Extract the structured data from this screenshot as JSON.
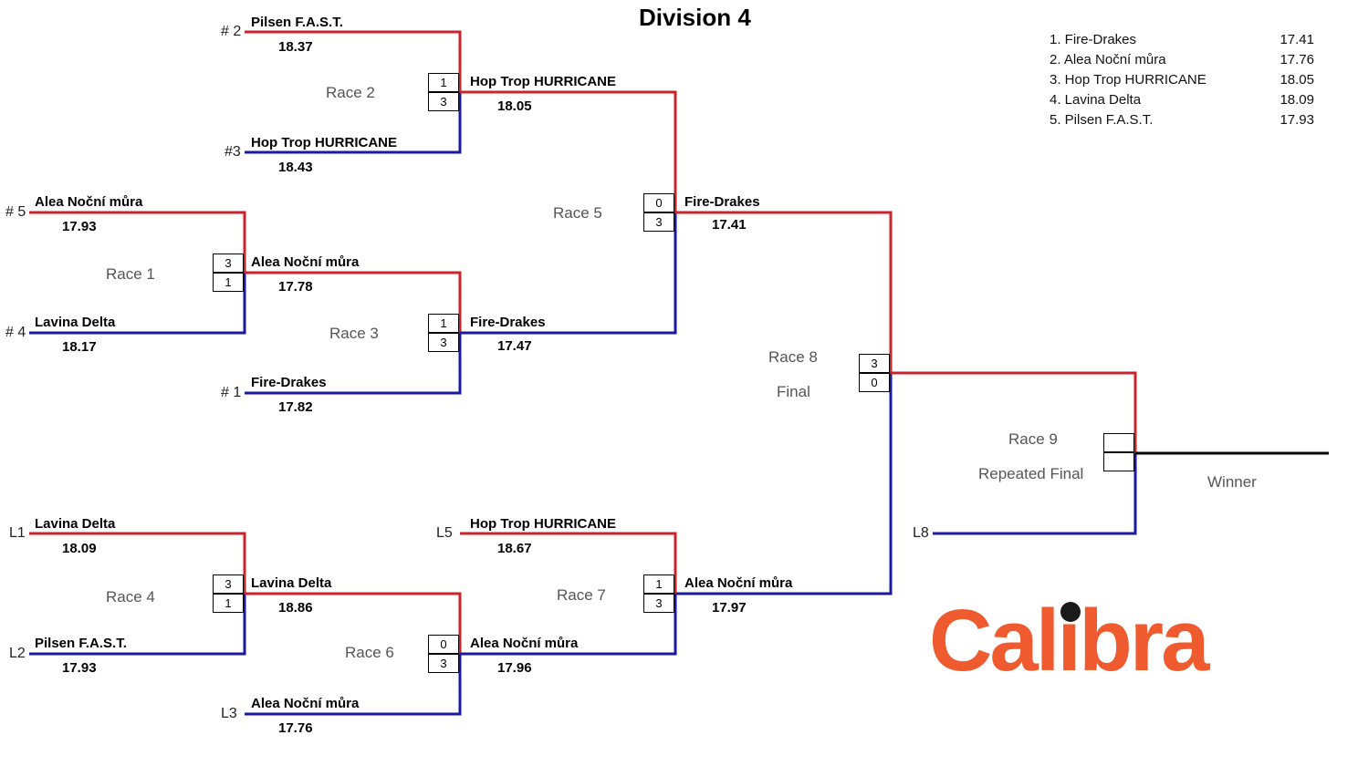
{
  "title": "Division 4",
  "colors": {
    "winner_line": "#c9232b",
    "loser_line": "#1a1aa0",
    "final_line": "#000000",
    "logo": "#ef5a2f"
  },
  "standings": [
    {
      "label": "1. Fire-Drakes",
      "time": "17.41"
    },
    {
      "label": "2. Alea Noční můra",
      "time": "17.76"
    },
    {
      "label": "3. Hop Trop HURRICANE",
      "time": "18.05"
    },
    {
      "label": "4. Lavina Delta",
      "time": "18.09"
    },
    {
      "label": "5. Pilsen F.A.S.T.",
      "time": "17.93"
    }
  ],
  "entries": [
    {
      "id": "e1",
      "seed": "# 2",
      "team": "Pilsen F.A.S.T.",
      "time": "18.37"
    },
    {
      "id": "e2",
      "seed": "#3",
      "team": "Hop Trop HURRICANE",
      "time": "18.43"
    },
    {
      "id": "e3",
      "seed": "# 5",
      "team": "Alea Noční můra",
      "time": "17.93"
    },
    {
      "id": "e4",
      "seed": "# 4",
      "team": "Lavina Delta",
      "time": "18.17"
    },
    {
      "id": "e5",
      "seed": "# 1",
      "team": "Fire-Drakes",
      "time": "17.82"
    },
    {
      "id": "e6",
      "seed": "",
      "team": "Hop Trop HURRICANE",
      "time": "18.05"
    },
    {
      "id": "e7",
      "seed": "",
      "team": "Alea Noční můra",
      "time": "17.78"
    },
    {
      "id": "e8",
      "seed": "",
      "team": "Fire-Drakes",
      "time": "17.47"
    },
    {
      "id": "e9",
      "seed": "",
      "team": "Fire-Drakes",
      "time": "17.41"
    },
    {
      "id": "e10",
      "seed": "L1",
      "team": "Lavina Delta",
      "time": "18.09"
    },
    {
      "id": "e11",
      "seed": "L2",
      "team": "Pilsen F.A.S.T.",
      "time": "17.93"
    },
    {
      "id": "e12",
      "seed": "",
      "team": "Lavina Delta",
      "time": "18.86"
    },
    {
      "id": "e13",
      "seed": "L3",
      "team": "Alea Noční můra",
      "time": "17.76"
    },
    {
      "id": "e14",
      "seed": "L5",
      "team": "Hop Trop HURRICANE",
      "time": "18.67"
    },
    {
      "id": "e15",
      "seed": "",
      "team": "Alea Noční můra",
      "time": "17.96"
    },
    {
      "id": "e16",
      "seed": "",
      "team": "Alea Noční můra",
      "time": "17.97"
    },
    {
      "id": "e17",
      "seed": "L8",
      "team": "",
      "time": ""
    }
  ],
  "races": [
    {
      "id": "r1",
      "label": "Race 1",
      "sublabel": "",
      "score_top": "3",
      "score_bottom": "1"
    },
    {
      "id": "r2",
      "label": "Race 2",
      "sublabel": "",
      "score_top": "1",
      "score_bottom": "3"
    },
    {
      "id": "r3",
      "label": "Race 3",
      "sublabel": "",
      "score_top": "1",
      "score_bottom": "3"
    },
    {
      "id": "r4",
      "label": "Race 4",
      "sublabel": "",
      "score_top": "3",
      "score_bottom": "1"
    },
    {
      "id": "r5",
      "label": "Race 5",
      "sublabel": "",
      "score_top": "0",
      "score_bottom": "3"
    },
    {
      "id": "r6",
      "label": "Race 6",
      "sublabel": "",
      "score_top": "0",
      "score_bottom": "3"
    },
    {
      "id": "r7",
      "label": "Race 7",
      "sublabel": "",
      "score_top": "1",
      "score_bottom": "3"
    },
    {
      "id": "r8",
      "label": "Race 8",
      "sublabel": "Final",
      "score_top": "3",
      "score_bottom": "0"
    },
    {
      "id": "r9",
      "label": "Race 9",
      "sublabel": "Repeated Final",
      "score_top": "",
      "score_bottom": ""
    }
  ],
  "winner_label": "Winner",
  "logo_text": "Calibra"
}
